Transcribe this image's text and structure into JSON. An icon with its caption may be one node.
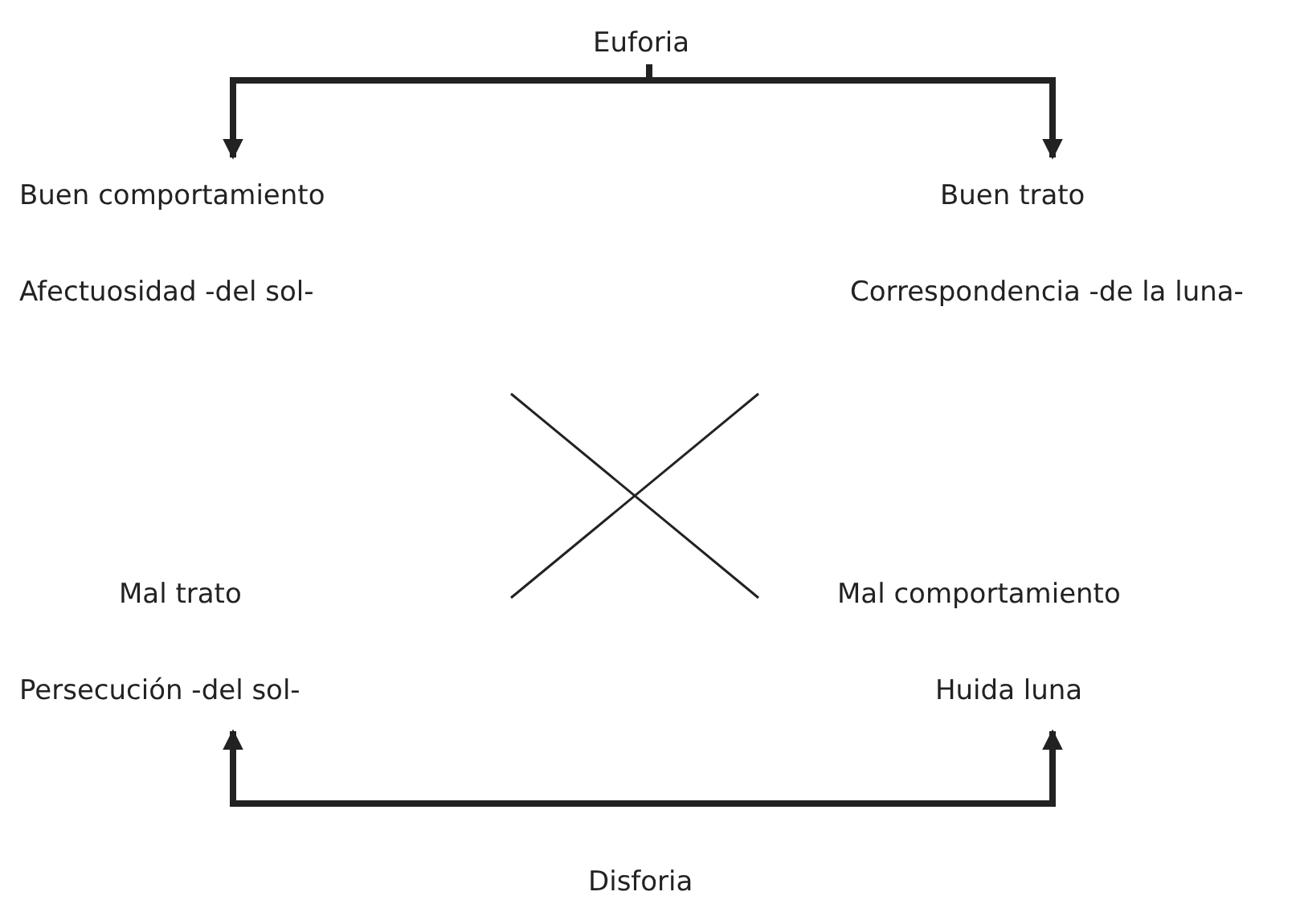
{
  "diagram": {
    "nodes": [
      {
        "text": [
          "Euforia"
        ]
      },
      {
        "text": [
          "Buen comportamiento",
          "Afectuosidad -del sol-"
        ]
      },
      {
        "text": [
          "Buen trato",
          "Correspondencia -de la luna-"
        ]
      },
      {
        "text": [
          "Mal trato",
          "Persecución -del sol-"
        ]
      },
      {
        "text": [
          "Mal comportamiento",
          "Huida luna"
        ]
      }
    ],
    "edges": [
      {
        "from": 0,
        "to": 1,
        "arrow": "to"
      },
      {
        "from": 0,
        "to": 2,
        "arrow": "to"
      },
      {
        "from": null,
        "to": 3,
        "arrow": "to"
      },
      {
        "from": null,
        "to": 4,
        "arrow": "to"
      }
    ],
    "labels": [
      "Disforia"
    ]
  }
}
